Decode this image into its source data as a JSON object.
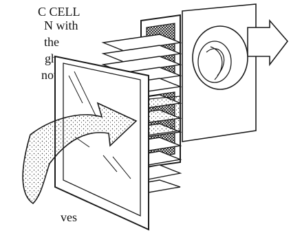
{
  "text_fragments": [
    "C CELL",
    "N with",
    "the",
    "gh",
    "nove",
    "ves"
  ],
  "illustration": {
    "style": "pen-and-ink sketch",
    "stroke_color": "#1a1a1a",
    "fill_color": "#ffffff"
  }
}
